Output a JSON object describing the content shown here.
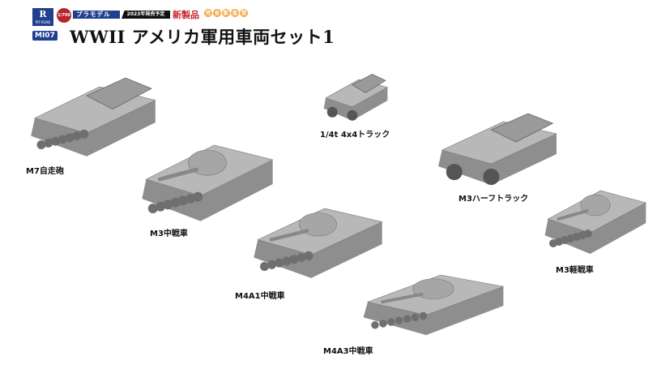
{
  "header": {
    "logo_text": "PIT-ROAD",
    "scale": "1/700",
    "kit_type": "プラモデル",
    "release": "2023年発売予定",
    "new_product": "新製品",
    "new_mold": [
      "完",
      "全",
      "新",
      "金",
      "型"
    ],
    "product_code": "MI07",
    "title": "WWII アメリカ軍用車両セット1"
  },
  "vehicles": [
    {
      "label": "M7自走砲"
    },
    {
      "label": "M3中戦車"
    },
    {
      "label": "M4A1中戦車"
    },
    {
      "label": "M4A3中戦車"
    },
    {
      "label": "1/4t 4x4トラック"
    },
    {
      "label": "M3ハーフトラック"
    },
    {
      "label": "M3軽戦車"
    }
  ],
  "colors": {
    "brand_blue": "#1f3f8f",
    "accent_red": "#c8222b",
    "accent_orange": "#f2a23a",
    "model_gray": "#a8a8a8"
  }
}
